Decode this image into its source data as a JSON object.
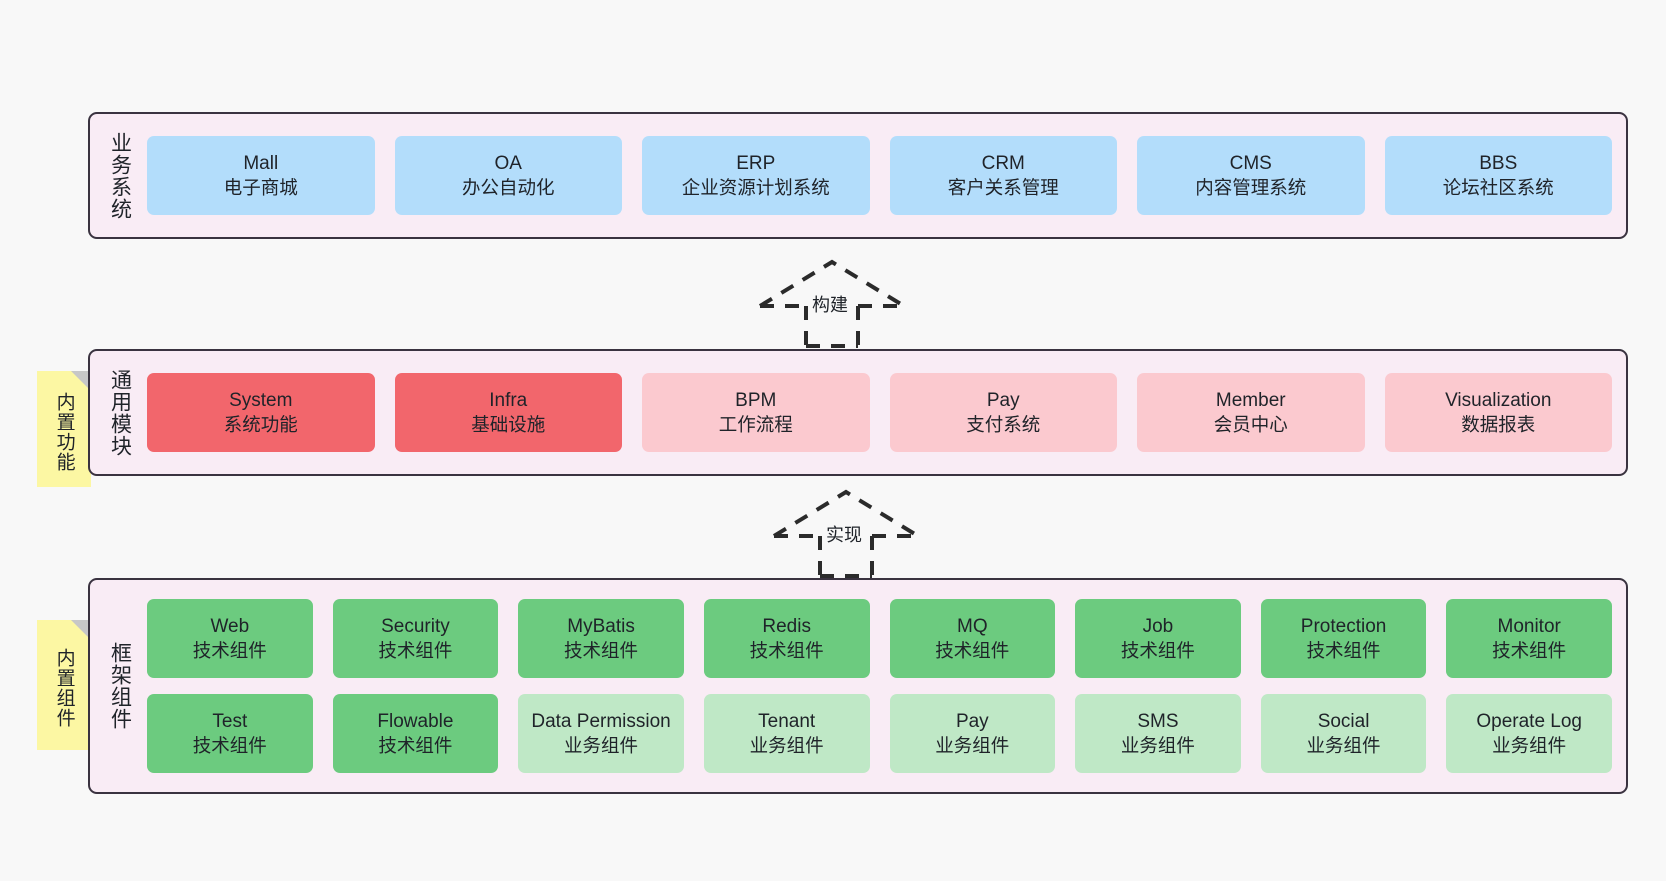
{
  "diagram": {
    "title": "",
    "background_color": "#f8f8f8",
    "layers": [
      {
        "id": "business",
        "label": "业务系统",
        "container_color": "#f9ecf5",
        "node_color": "#b3ddfb",
        "rows": [
          {
            "nodes": [
              {
                "name": "Mall",
                "sub": "电子商城"
              },
              {
                "name": "OA",
                "sub": "办公自动化"
              },
              {
                "name": "ERP",
                "sub": "企业资源计划系统"
              },
              {
                "name": "CRM",
                "sub": "客户关系管理"
              },
              {
                "name": "CMS",
                "sub": "内容管理系统"
              },
              {
                "name": "BBS",
                "sub": "论坛社区系统"
              }
            ]
          }
        ]
      },
      {
        "id": "common",
        "label": "通用模块",
        "container_color": "#f9ecf5",
        "note": "内置功能",
        "rows": [
          {
            "nodes": [
              {
                "name": "System",
                "sub": "系统功能",
                "color": "#f2666c"
              },
              {
                "name": "Infra",
                "sub": "基础设施",
                "color": "#f2666c"
              },
              {
                "name": "BPM",
                "sub": "工作流程",
                "color": "#fbc9cf"
              },
              {
                "name": "Pay",
                "sub": "支付系统",
                "color": "#fbc9cf"
              },
              {
                "name": "Member",
                "sub": "会员中心",
                "color": "#fbc9cf"
              },
              {
                "name": "Visualization",
                "sub": "数据报表",
                "color": "#fbc9cf"
              }
            ]
          }
        ]
      },
      {
        "id": "framework",
        "label": "框架组件",
        "container_color": "#f9ecf5",
        "note": "内置组件",
        "rows": [
          {
            "nodes": [
              {
                "name": "Web",
                "sub": "技术组件",
                "color": "#6ccb7f"
              },
              {
                "name": "Security",
                "sub": "技术组件",
                "color": "#6ccb7f"
              },
              {
                "name": "MyBatis",
                "sub": "技术组件",
                "color": "#6ccb7f"
              },
              {
                "name": "Redis",
                "sub": "技术组件",
                "color": "#6ccb7f"
              },
              {
                "name": "MQ",
                "sub": "技术组件",
                "color": "#6ccb7f"
              },
              {
                "name": "Job",
                "sub": "技术组件",
                "color": "#6ccb7f"
              },
              {
                "name": "Protection",
                "sub": "技术组件",
                "color": "#6ccb7f"
              },
              {
                "name": "Monitor",
                "sub": "技术组件",
                "color": "#6ccb7f"
              }
            ]
          },
          {
            "nodes": [
              {
                "name": "Test",
                "sub": "技术组件",
                "color": "#6ccb7f"
              },
              {
                "name": "Flowable",
                "sub": "技术组件",
                "color": "#6ccb7f"
              },
              {
                "name": "Data Permission",
                "sub": "业务组件",
                "color": "#bfe8c6"
              },
              {
                "name": "Tenant",
                "sub": "业务组件",
                "color": "#bfe8c6"
              },
              {
                "name": "Pay",
                "sub": "业务组件",
                "color": "#bfe8c6"
              },
              {
                "name": "SMS",
                "sub": "业务组件",
                "color": "#bfe8c6"
              },
              {
                "name": "Social",
                "sub": "业务组件",
                "color": "#bfe8c6"
              },
              {
                "name": "Operate Log",
                "sub": "业务组件",
                "color": "#bfe8c6"
              }
            ]
          }
        ]
      }
    ],
    "connectors": [
      {
        "id": "build",
        "label": "构建",
        "style": "dashed-hollow-arrow",
        "direction": "up"
      },
      {
        "id": "implement",
        "label": "实现",
        "style": "dashed-hollow-arrow",
        "direction": "up"
      }
    ]
  }
}
